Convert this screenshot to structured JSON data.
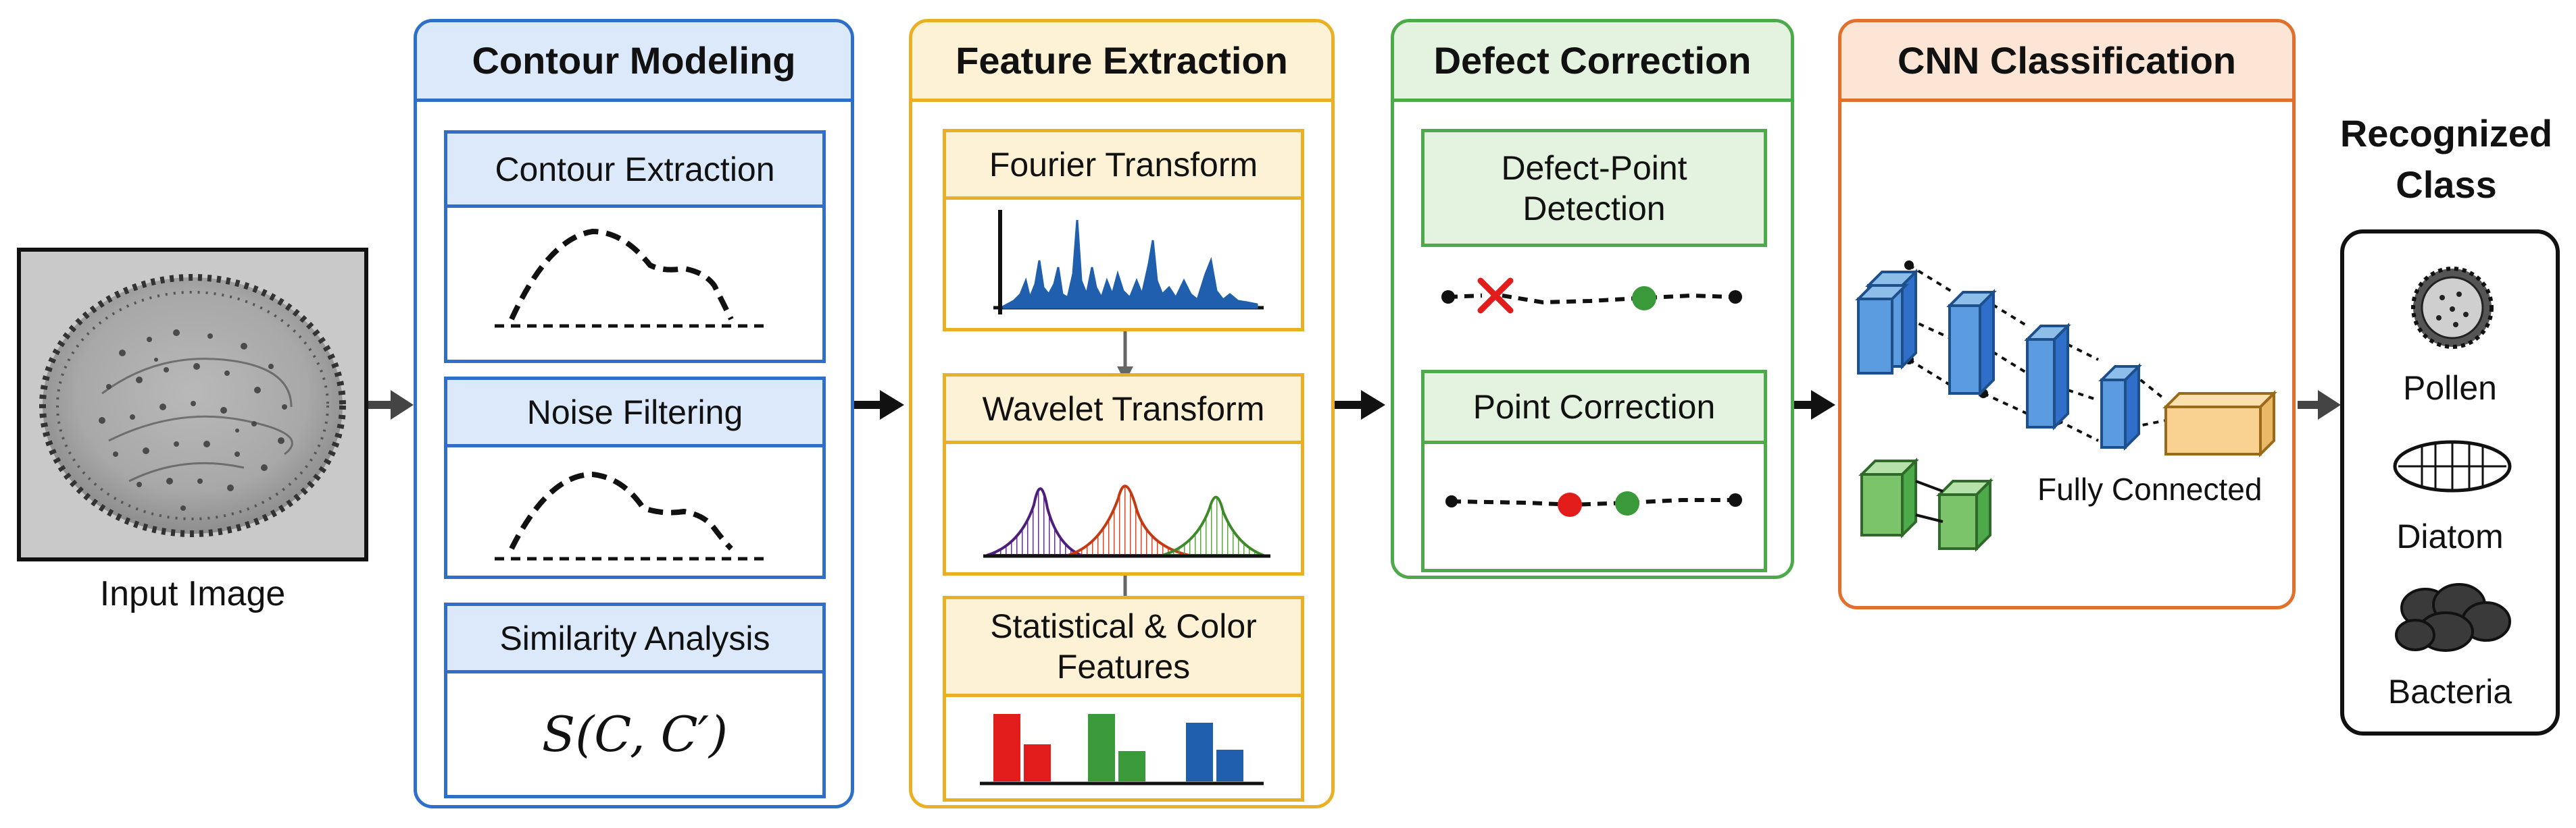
{
  "input": {
    "label": "Input Image"
  },
  "stages": {
    "contour": {
      "title": "Contour Modeling",
      "sub1": "Contour Extraction",
      "sub2": "Noise Filtering",
      "sub3": "Similarity Analysis",
      "formula": "S(C, C′)"
    },
    "feature": {
      "title": "Feature Extraction",
      "sub1": "Fourier Transform",
      "sub2": "Wavelet Transform",
      "sub3": "Statistical & Color Features"
    },
    "defect": {
      "title": "Defect Correction",
      "sub1": "Defect-Point Detection",
      "sub2": "Point Correction"
    },
    "cnn": {
      "title": "CNN Classification",
      "fc_label": "Fully Connected"
    }
  },
  "output": {
    "title": "Recognized Class",
    "classes": [
      "Pollen",
      "Diatom",
      "Bacteria"
    ]
  },
  "colors": {
    "contour": "#2f6fc9",
    "contour_fill": "#dbe9fb",
    "feature": "#e9b026",
    "feature_fill": "#fdf2d6",
    "defect": "#4caa4a",
    "defect_fill": "#e3f3df",
    "cnn": "#e0702c",
    "cnn_fill": "#fde5d6"
  }
}
